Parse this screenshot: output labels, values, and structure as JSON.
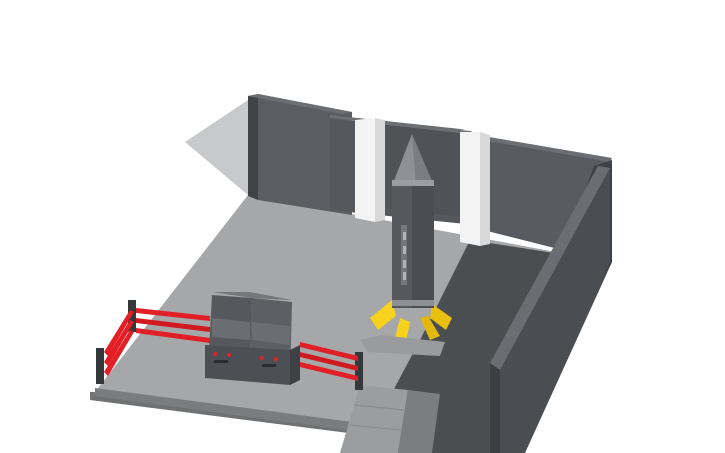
{
  "scene": {
    "background": "#ffffff",
    "colors": {
      "floor_top": "#9d9e9f",
      "floor_side": "#6f7173",
      "wall_dark": "#4f5357",
      "wall_mid": "#5f6367",
      "wall_light": "#73777b",
      "pillar_white": "#f2f2f2",
      "rocket_body": "#5a5e62",
      "rocket_nose": "#8c9094",
      "fin_yellow": "#f6d21c",
      "rail_red": "#e21e26",
      "shadow": "#2f3134"
    },
    "objects": [
      {
        "name": "floor-platform",
        "icon": "platform-icon"
      },
      {
        "name": "back-wall",
        "icon": "wall-icon"
      },
      {
        "name": "side-wall",
        "icon": "wall-icon"
      },
      {
        "name": "white-pillar-left",
        "icon": "pillar-icon"
      },
      {
        "name": "white-pillar-right",
        "icon": "pillar-icon"
      },
      {
        "name": "rocket",
        "icon": "rocket-icon"
      },
      {
        "name": "control-console",
        "icon": "console-icon"
      },
      {
        "name": "safety-railing",
        "icon": "railing-icon"
      },
      {
        "name": "entrance-steps",
        "icon": "stairs-icon"
      }
    ]
  }
}
